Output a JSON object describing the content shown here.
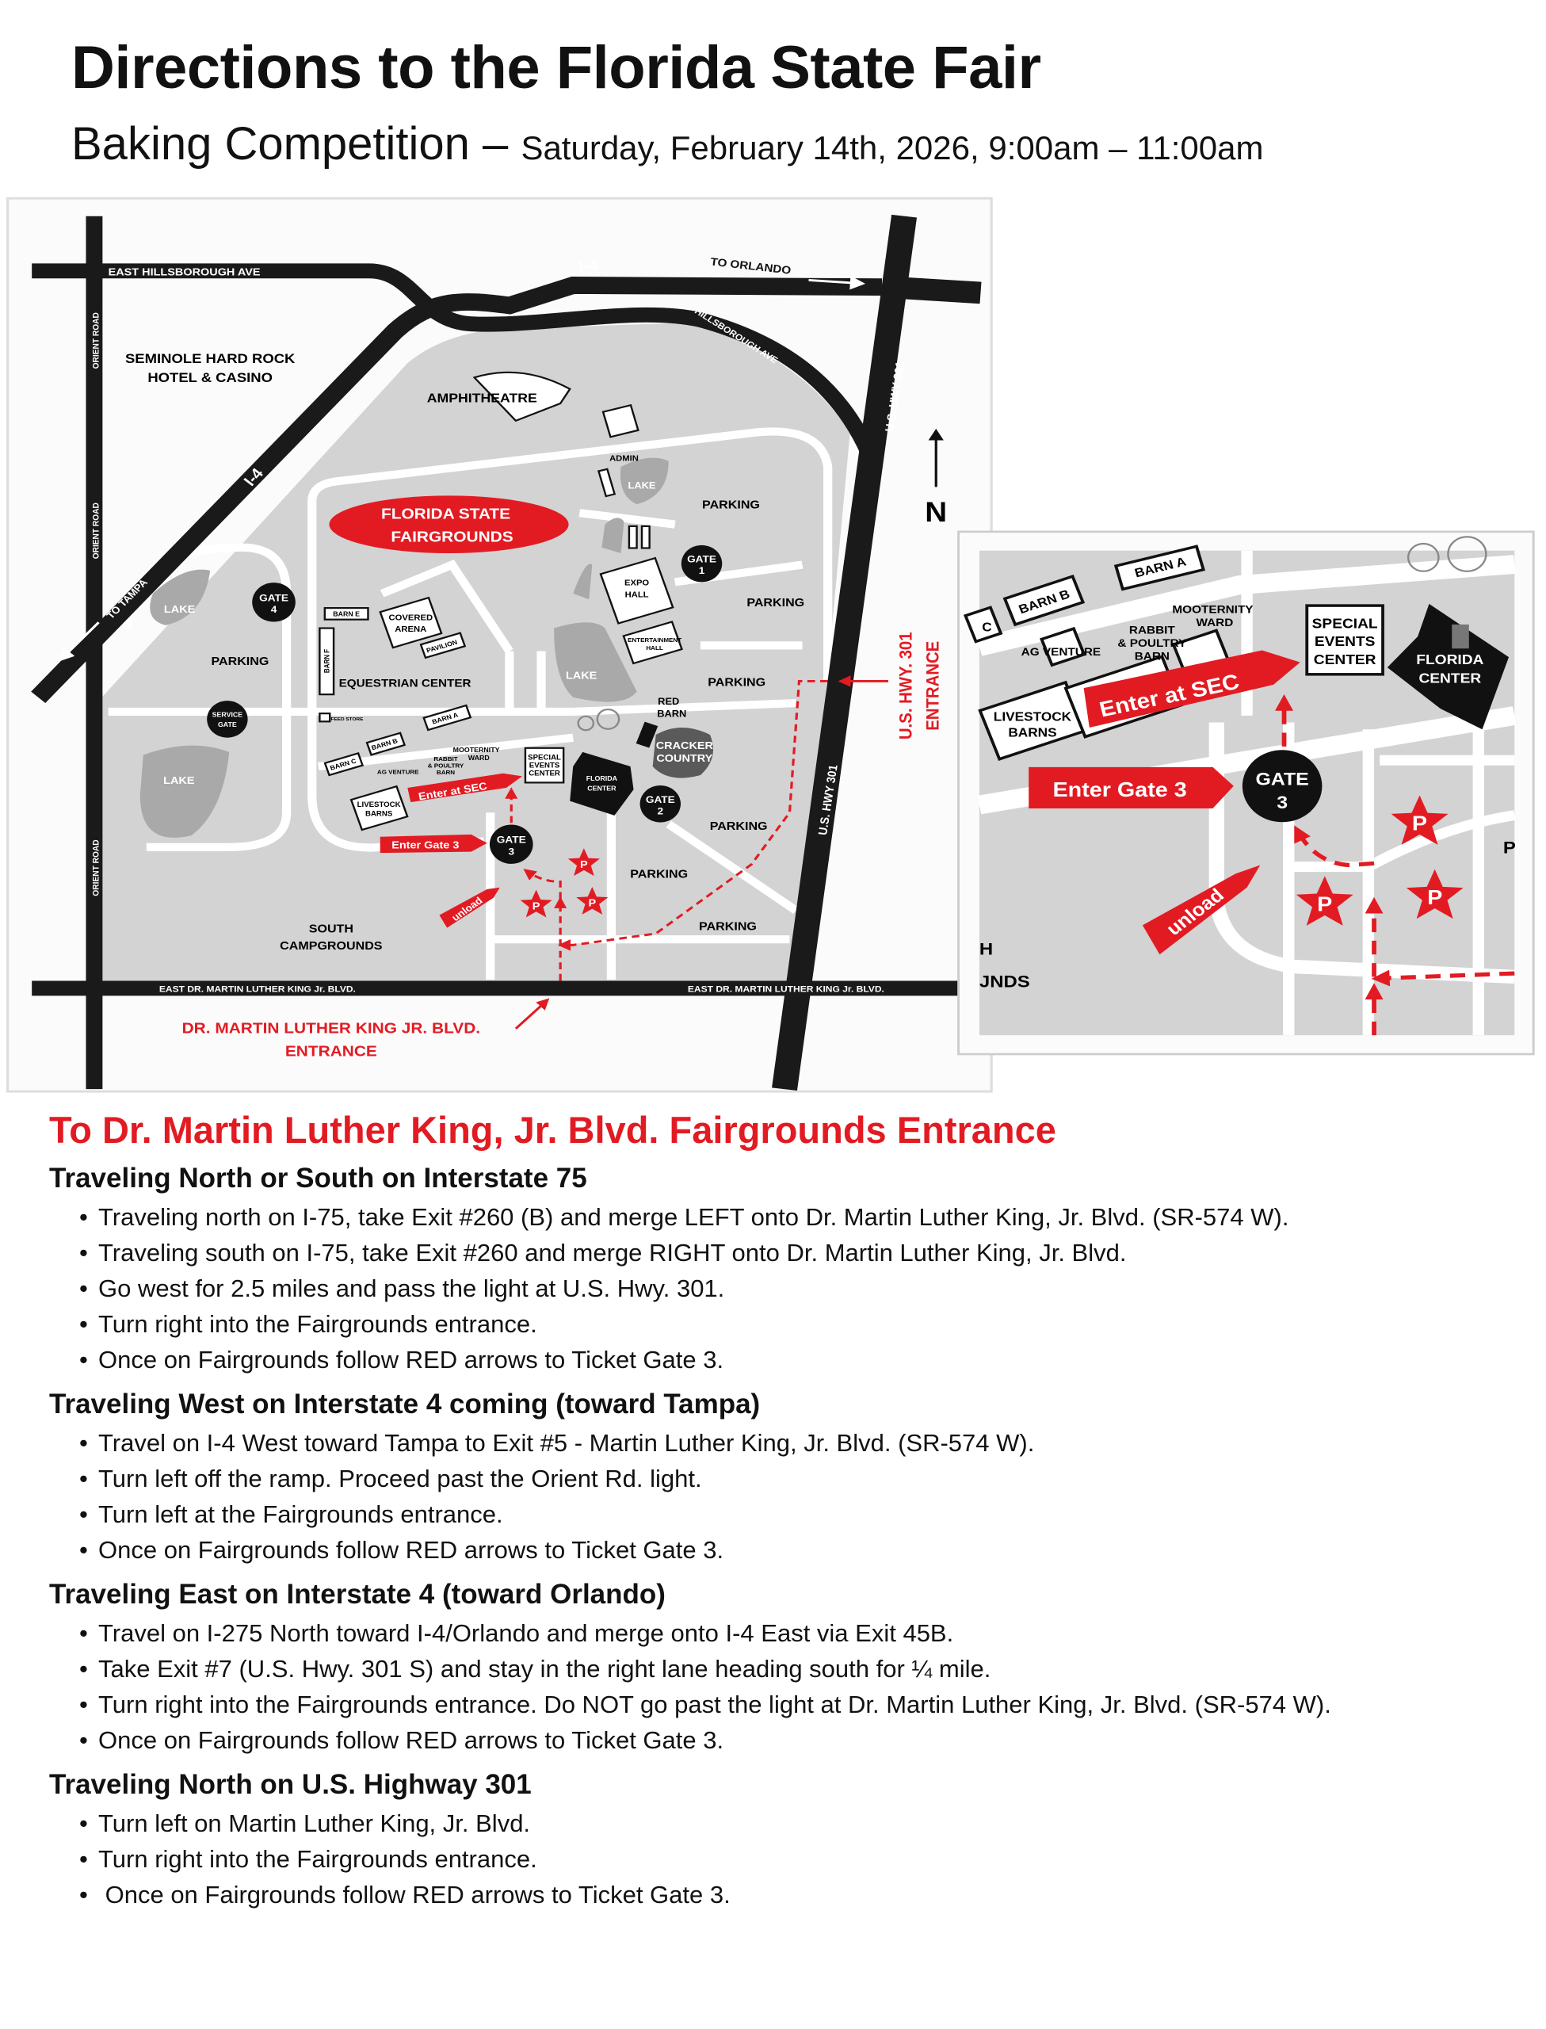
{
  "header": {
    "title": "Directions to the Florida State Fair",
    "event": "Baking Competition – ",
    "date": "Saturday, February 14th, 2026, 9:00am – 11:00am"
  },
  "colors": {
    "accent_red": "#e21b23",
    "road": "#1a1a1a",
    "ground": "#d3d3d3",
    "lake": "#a9a9a9"
  },
  "map": {
    "main": {
      "east_hillsborough": "EAST HILLSBOROUGH AVE",
      "i4_top": "I-4",
      "to_orlando": "TO ORLANDO",
      "hillsborough_ave": "HILLSBOROUGH AVE",
      "us301_top": "U.S. HWY 301",
      "us301_bottom": "U.S. HWY 301",
      "orient_road": "ORIENT ROAD",
      "seminole_1": "SEMINOLE HARD ROCK",
      "seminole_2": "HOTEL & CASINO",
      "amphitheatre": "AMPHITHEATRE",
      "i4_diag": "I-4",
      "to_tampa": "TO TAMPA",
      "fairgrounds_1": "FLORIDA STATE",
      "fairgrounds_2": "FAIRGROUNDS",
      "parking": "PARKING",
      "lake": "LAKE",
      "admin": "ADMIN",
      "gate": "GATE",
      "gate1": "1",
      "gate2": "2",
      "gate3": "3",
      "gate4": "4",
      "service_gate_1": "SERVICE",
      "service_gate_2": "GATE",
      "barn_e": "BARN E",
      "barn_f": "BARN F",
      "barn_a": "BARN A",
      "barn_b": "BARN B",
      "barn_c": "BARN C",
      "feed_store": "FEED STORE",
      "covered_arena_1": "COVERED",
      "covered_arena_2": "ARENA",
      "pavilion": "PAVILION",
      "equestrian": "EQUESTRIAN CENTER",
      "expo_1": "EXPO",
      "expo_2": "HALL",
      "entertainment_1": "ENTERTAINMENT",
      "entertainment_2": "HALL",
      "red_barn_1": "RED",
      "red_barn_2": "BARN",
      "cracker_1": "CRACKER",
      "cracker_2": "COUNTRY",
      "mooternity_1": "MOOTERNITY",
      "mooternity_2": "WARD",
      "rabbit_1": "RABBIT",
      "rabbit_2": "& POULTRY",
      "rabbit_3": "BARN",
      "ag_venture": "AG VENTURE",
      "livestock_1": "LIVESTOCK",
      "livestock_2": "BARNS",
      "sec_1": "SPECIAL",
      "sec_2": "EVENTS",
      "sec_3": "CENTER",
      "florida_center_1": "FLORIDA",
      "florida_center_2": "CENTER",
      "enter_sec": "Enter at SEC",
      "enter_gate3": "Enter Gate 3",
      "unload": "unload",
      "parking_star": "P",
      "south_camp_1": "SOUTH",
      "south_camp_2": "CAMPGROUNDS",
      "mlk_road": "EAST  DR. MARTIN LUTHER KING Jr. BLVD.",
      "mlk_entrance_1": "DR. MARTIN LUTHER KING JR. BLVD.",
      "mlk_entrance_2": "ENTRANCE",
      "hwy301_entrance_1": "U.S. HWY. 301",
      "hwy301_entrance_2": "ENTRANCE",
      "north": "N"
    },
    "inset": {
      "barn_a": "BARN A",
      "barn_b": "BARN B",
      "barn_c": "C",
      "mooternity_1": "MOOTERNITY",
      "mooternity_2": "WARD",
      "rabbit_1": "RABBIT",
      "rabbit_2": "& POULTRY",
      "rabbit_3": "BARN",
      "ag_venture": "AG VENTURE",
      "livestock_1": "LIVESTOCK",
      "livestock_2": "BARNS",
      "enter_sec": "Enter at SEC",
      "sec_1": "SPECIAL",
      "sec_2": "EVENTS",
      "sec_3": "CENTER",
      "florida_center_1": "FLORIDA",
      "florida_center_2": "CENTER",
      "enter_gate3": "Enter Gate 3",
      "gate": "GATE",
      "gate3": "3",
      "unload": "unload",
      "parking_star": "P",
      "parking_partial": "P",
      "campgrounds_partial_1": "H",
      "campgrounds_partial_2": "JNDS"
    }
  },
  "directions": {
    "heading": "To Dr. Martin Luther King, Jr. Blvd. Fairgrounds Entrance",
    "bullet": "•",
    "routes": [
      {
        "title": "Traveling North or South on Interstate 75",
        "steps": [
          "Traveling north on I-75, take Exit #260 (B) and merge LEFT onto Dr. Martin Luther King, Jr. Blvd. (SR-574 W).",
          "Traveling south on I-75, take Exit #260 and merge RIGHT onto Dr. Martin Luther King, Jr. Blvd.",
          "Go west for 2.5 miles and pass the light at U.S. Hwy. 301.",
          "Turn right into the Fairgrounds entrance.",
          "Once on Fairgrounds follow RED arrows to Ticket Gate 3."
        ]
      },
      {
        "title": "Traveling West on Interstate 4 coming (toward Tampa)",
        "steps": [
          "Travel on I-4 West toward Tampa to Exit #5 - Martin Luther King, Jr. Blvd. (SR-574 W).",
          "Turn left off the ramp. Proceed past the Orient Rd. light.",
          "Turn left at the Fairgrounds entrance.",
          "Once on Fairgrounds follow RED arrows to Ticket Gate 3."
        ]
      },
      {
        "title": "Traveling East on Interstate 4 (toward Orlando)",
        "steps": [
          "Travel on I-275 North toward I-4/Orlando and merge onto I-4 East via Exit 45B.",
          "Take Exit #7 (U.S. Hwy. 301 S) and stay in the right lane heading south for ¼ mile.",
          "Turn right into the Fairgrounds entrance. Do NOT go past the light at Dr. Martin Luther King, Jr. Blvd. (SR-574 W).",
          "Once on Fairgrounds follow RED arrows to Ticket Gate 3."
        ]
      },
      {
        "title": "Traveling North on U.S. Highway 301",
        "steps": [
          "Turn left on Martin Luther King, Jr. Blvd.",
          "Turn right into the Fairgrounds entrance.",
          " Once on Fairgrounds follow RED arrows to Ticket Gate 3."
        ]
      }
    ]
  }
}
